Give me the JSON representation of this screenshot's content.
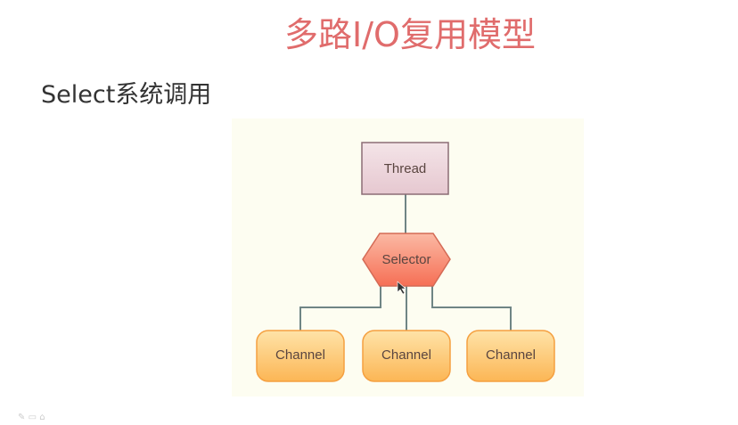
{
  "slide": {
    "title": "多路I/O复用模型",
    "subtitle": "Select系统调用"
  },
  "diagram": {
    "thread_label": "Thread",
    "selector_label": "Selector",
    "channels": [
      "Channel",
      "Channel",
      "Channel"
    ]
  }
}
